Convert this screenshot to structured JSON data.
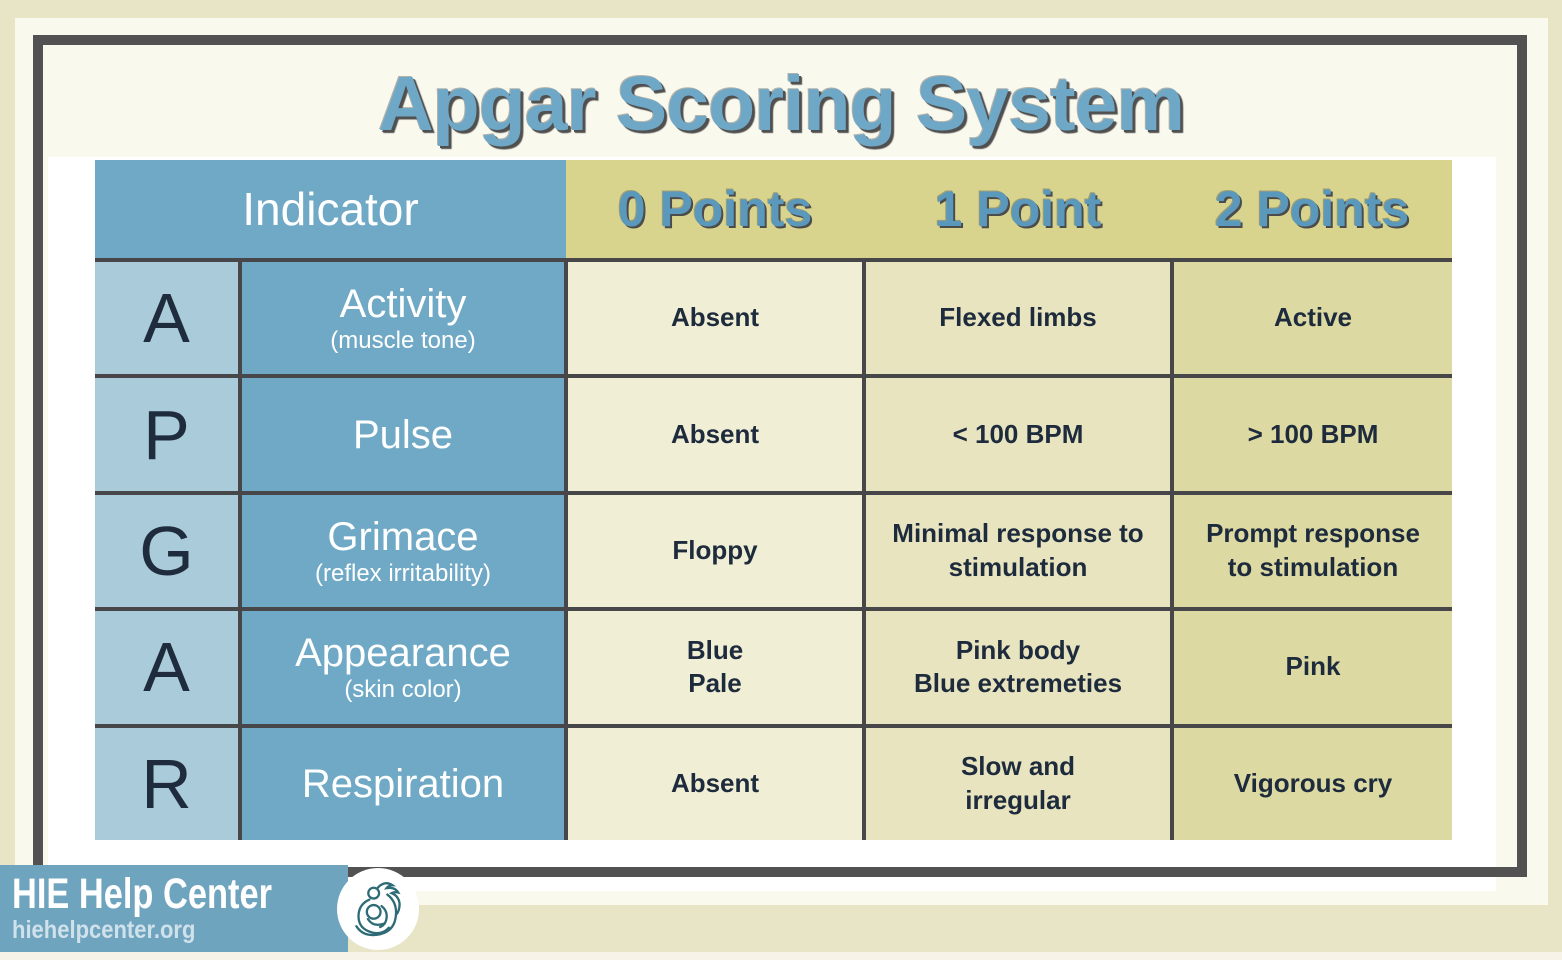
{
  "title": "Apgar Scoring System",
  "table": {
    "header": {
      "indicator": "Indicator",
      "p0": "0 Points",
      "p1": "1 Point",
      "p2": "2 Points"
    },
    "rows": [
      {
        "letter": "A",
        "name": "Activity",
        "sub": "(muscle tone)",
        "p0": "Absent",
        "p1": "Flexed limbs",
        "p2": "Active"
      },
      {
        "letter": "P",
        "name": "Pulse",
        "sub": "",
        "p0": "Absent",
        "p1": "< 100 BPM",
        "p2": "> 100 BPM"
      },
      {
        "letter": "G",
        "name": "Grimace",
        "sub": "(reflex irritability)",
        "p0": "Floppy",
        "p1": "Minimal response to\nstimulation",
        "p2": "Prompt response\nto stimulation"
      },
      {
        "letter": "A",
        "name": "Appearance",
        "sub": "(skin color)",
        "p0": "Blue\nPale",
        "p1": "Pink body\nBlue extremeties",
        "p2": "Pink"
      },
      {
        "letter": "R",
        "name": "Respiration",
        "sub": "",
        "p0": "Absent",
        "p1": "Slow and\nirregular",
        "p2": "Vigorous cry"
      }
    ]
  },
  "footer": {
    "brand": "HIE Help Center",
    "url": "hiehelpcenter.org",
    "logo_icon": "mother-baby-icon"
  },
  "colors": {
    "page_background": "#e8e5c7",
    "panel_cream": "#faf9ee",
    "frame_gray": "#525252",
    "header_blue": "#6fa9c5",
    "letter_light_blue": "#aacbd9",
    "header_olive": "#d8d48e",
    "col0_olive": "#f0eed5",
    "col1_olive": "#e7e4bf",
    "col2_olive": "#dcd9a2",
    "grid_line": "#47474a",
    "text_navy": "#1e2b3c",
    "title_blue": "#6fa8c6",
    "logo_bar_blue": "#6fa4bf",
    "logo_icon_teal": "#2d6b75"
  },
  "chart_data": {
    "type": "table",
    "title": "Apgar Scoring System",
    "columns": [
      "Indicator",
      "0 Points",
      "1 Point",
      "2 Points"
    ],
    "rows": [
      [
        "A — Activity (muscle tone)",
        "Absent",
        "Flexed limbs",
        "Active"
      ],
      [
        "P — Pulse",
        "Absent",
        "< 100 BPM",
        "> 100 BPM"
      ],
      [
        "G — Grimace (reflex irritability)",
        "Floppy",
        "Minimal response to stimulation",
        "Prompt response to stimulation"
      ],
      [
        "A — Appearance (skin color)",
        "Blue / Pale",
        "Pink body / Blue extremeties",
        "Pink"
      ],
      [
        "R — Respiration",
        "Absent",
        "Slow and irregular",
        "Vigorous cry"
      ]
    ]
  }
}
